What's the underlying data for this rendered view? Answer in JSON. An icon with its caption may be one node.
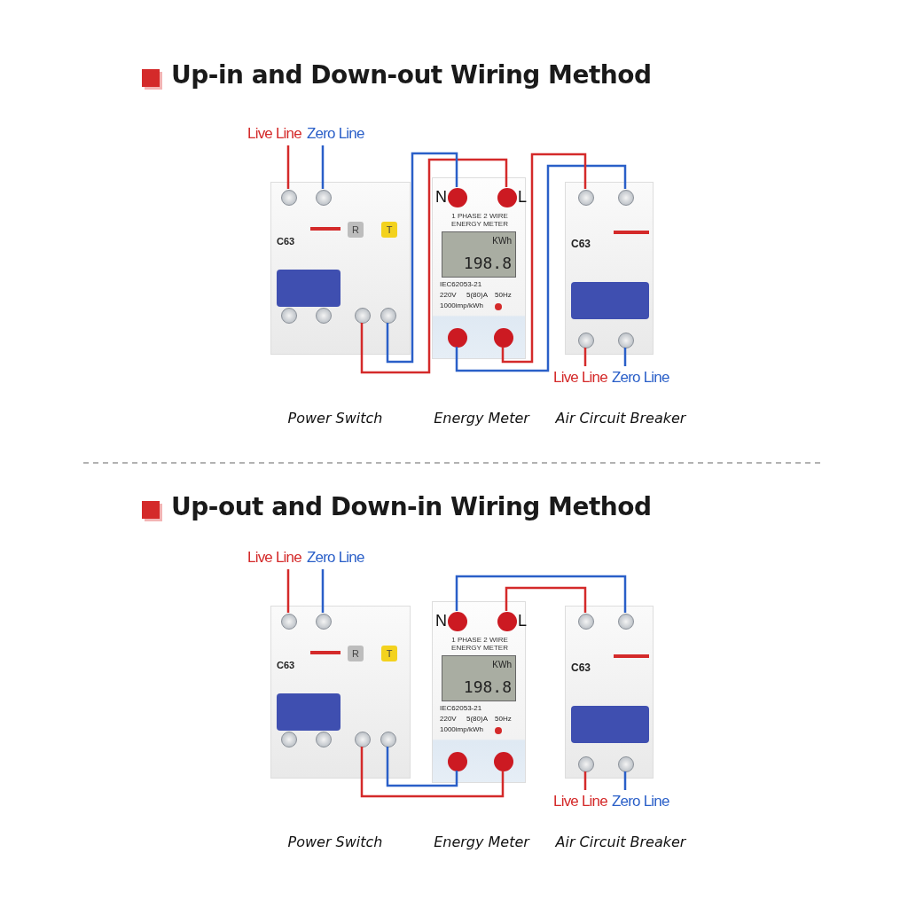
{
  "diagram": {
    "nodes": [
      {
        "text": [
          "Live Line"
        ]
      },
      {
        "text": [
          "Zero Line"
        ]
      },
      {
        "text": [
          "C63",
          "R",
          "T"
        ]
      },
      {
        "text": [],
        "shape": "circle",
        "in": 2
      },
      {
        "text": [],
        "shape": "circle",
        "in": 2
      },
      {
        "text": [],
        "shape": "circle",
        "in": 2
      },
      {
        "text": [],
        "shape": "circle",
        "in": 2
      },
      {
        "text": [],
        "shape": "circle",
        "in": 2
      },
      {
        "text": [],
        "shape": "circle",
        "in": 2
      },
      {
        "text": [
          "1 PHASE 2 WIRE ENERGY METER",
          "KWh",
          "198.8",
          "IEC62053-21",
          "220V",
          "5(80)A",
          "50Hz",
          "1000imp/kWh"
        ]
      },
      {
        "text": [],
        "shape": "circle",
        "in": 9,
        "beside": [
          "N"
        ]
      },
      {
        "text": [],
        "shape": "circle",
        "in": 9,
        "beside": [
          "L"
        ]
      },
      {
        "text": [],
        "shape": "circle",
        "in": 9
      },
      {
        "text": [],
        "shape": "circle",
        "in": 9
      },
      {
        "text": [
          "C63"
        ]
      },
      {
        "text": [],
        "shape": "circle",
        "in": 14
      },
      {
        "text": [],
        "shape": "circle",
        "in": 14
      },
      {
        "text": [],
        "shape": "circle",
        "in": 14
      },
      {
        "text": [],
        "shape": "circle",
        "in": 14
      },
      {
        "text": [
          "Live Line"
        ]
      },
      {
        "text": [
          "Zero Line"
        ]
      },
      {
        "text": [
          "Live Line"
        ]
      },
      {
        "text": [
          "Zero Line"
        ]
      },
      {
        "text": [
          "C63",
          "R",
          "T"
        ]
      },
      {
        "text": [],
        "shape": "circle",
        "in": 23
      },
      {
        "text": [],
        "shape": "circle",
        "in": 23
      },
      {
        "text": [],
        "shape": "circle",
        "in": 23
      },
      {
        "text": [],
        "shape": "circle",
        "in": 23
      },
      {
        "text": [],
        "shape": "circle",
        "in": 23
      },
      {
        "text": [],
        "shape": "circle",
        "in": 23
      },
      {
        "text": [
          "1 PHASE 2 WIRE ENERGY METER",
          "KWh",
          "198.8",
          "IEC62053-21",
          "220V",
          "5(80)A",
          "50Hz",
          "1000imp/kWh"
        ]
      },
      {
        "text": [],
        "shape": "circle",
        "in": 30,
        "beside": [
          "N"
        ]
      },
      {
        "text": [],
        "shape": "circle",
        "in": 30,
        "beside": [
          "L"
        ]
      },
      {
        "text": [],
        "shape": "circle",
        "in": 30
      },
      {
        "text": [],
        "shape": "circle",
        "in": 30
      },
      {
        "text": [
          "C63"
        ]
      },
      {
        "text": [],
        "shape": "circle",
        "in": 35
      },
      {
        "text": [],
        "shape": "circle",
        "in": 35
      },
      {
        "text": [],
        "shape": "circle",
        "in": 35
      },
      {
        "text": [],
        "shape": "circle",
        "in": 35
      },
      {
        "text": [
          "Live Line"
        ]
      },
      {
        "text": [
          "Zero Line"
        ]
      }
    ],
    "edges": [
      {
        "from": 0,
        "to": 3,
        "arrow": "none",
        "color": "#d42a2a"
      },
      {
        "from": 1,
        "to": 4,
        "arrow": "none",
        "color": "#2a5fc8"
      },
      {
        "from": 7,
        "to": 11,
        "arrow": "none",
        "color": "#d42a2a"
      },
      {
        "from": 8,
        "to": 10,
        "arrow": "none",
        "color": "#2a5fc8"
      },
      {
        "from": 12,
        "to": 16,
        "arrow": "none",
        "color": "#2a5fc8"
      },
      {
        "from": 13,
        "to": 15,
        "arrow": "none",
        "color": "#d42a2a"
      },
      {
        "from": 17,
        "to": 19,
        "arrow": "none",
        "color": "#d42a2a"
      },
      {
        "from": 18,
        "to": 20,
        "arrow": "none",
        "color": "#2a5fc8"
      },
      {
        "from": 21,
        "to": 24,
        "arrow": "none",
        "color": "#d42a2a"
      },
      {
        "from": 22,
        "to": 25,
        "arrow": "none",
        "color": "#2a5fc8"
      },
      {
        "from": 28,
        "to": 34,
        "arrow": "none",
        "color": "#d42a2a"
      },
      {
        "from": 29,
        "to": 33,
        "arrow": "none",
        "color": "#2a5fc8"
      },
      {
        "from": 31,
        "to": 37,
        "arrow": "none",
        "color": "#2a5fc8"
      },
      {
        "from": 32,
        "to": 36,
        "arrow": "none",
        "color": "#d42a2a"
      },
      {
        "from": 38,
        "to": 40,
        "arrow": "none",
        "color": "#d42a2a"
      },
      {
        "from": 39,
        "to": 41,
        "arrow": "none",
        "color": "#2a5fc8"
      }
    ],
    "labels": [
      "Up-in and Down-out Wiring Method",
      "Power Switch",
      "Energy Meter",
      "Air Circuit Breaker",
      "Up-out and Down-in Wiring Method",
      "Power Switch",
      "Energy Meter",
      "Air Circuit Breaker"
    ]
  }
}
